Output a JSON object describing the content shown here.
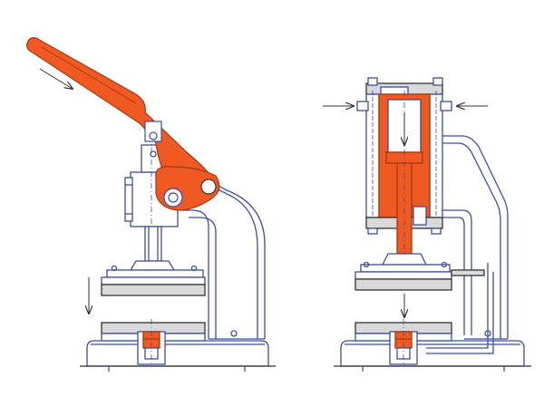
{
  "diagram": {
    "left_machine": {
      "type": "manual-lever-press",
      "motion_arrows": [
        "lever-push",
        "platen-down"
      ]
    },
    "right_machine": {
      "type": "pneumatic-press",
      "motion_arrows": [
        "air-inlet-left",
        "air-inlet-right",
        "piston-down",
        "platen-down"
      ]
    },
    "colors": {
      "outline": "#3b4fa3",
      "accent": "#f05a22",
      "accent_dark": "#a33a10",
      "plate": "#d9d9d9",
      "line_dark": "#333333"
    }
  }
}
